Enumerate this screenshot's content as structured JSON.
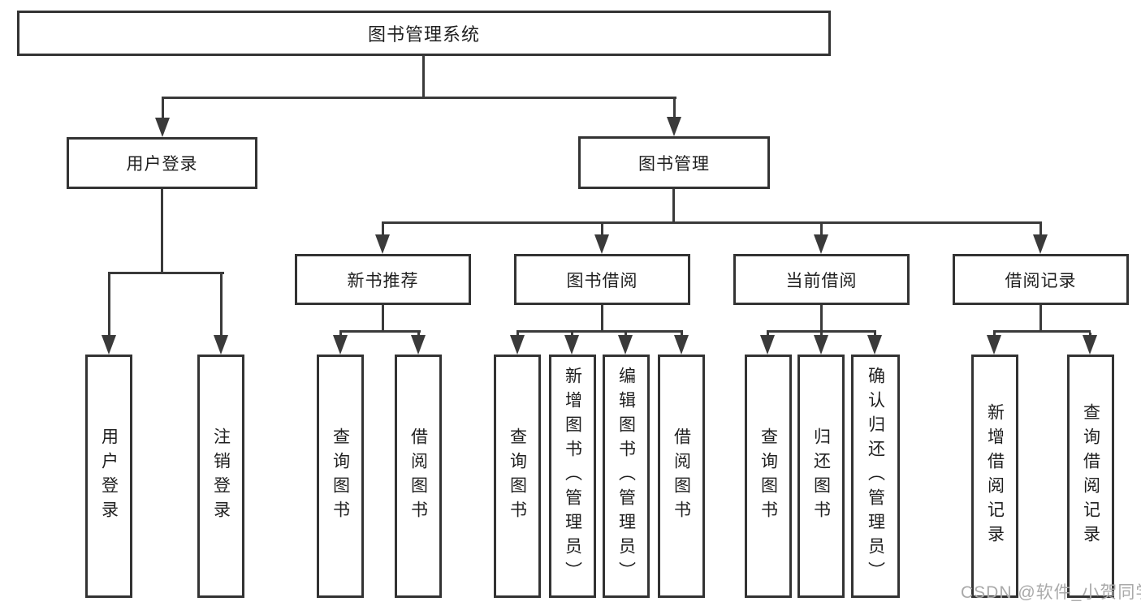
{
  "diagram": {
    "title": {
      "label": "图书管理系统"
    },
    "level2": [
      {
        "label": "用户登录"
      },
      {
        "label": "图书管理"
      }
    ],
    "level3": [
      {
        "label": "新书推荐"
      },
      {
        "label": "图书借阅"
      },
      {
        "label": "当前借阅"
      },
      {
        "label": "借阅记录"
      }
    ],
    "level4": [
      {
        "label": "用户登录"
      },
      {
        "label": "注销登录"
      },
      {
        "label": "查询图书"
      },
      {
        "label": "借阅图书"
      },
      {
        "label": "查询图书"
      },
      {
        "label": "新增图书（管理员）"
      },
      {
        "label": "编辑图书（管理员）"
      },
      {
        "label": "借阅图书"
      },
      {
        "label": "查询图书"
      },
      {
        "label": "归还图书"
      },
      {
        "label": "确认归还（管理员）"
      },
      {
        "label": "新增借阅记录"
      },
      {
        "label": "查询借阅记录"
      }
    ],
    "watermark": "CSDN @软件_小贺同学",
    "colors": {
      "line": "#333333",
      "text": "#1f1f1f",
      "watermark": "#a9a9a9",
      "background": "#ffffff"
    }
  }
}
